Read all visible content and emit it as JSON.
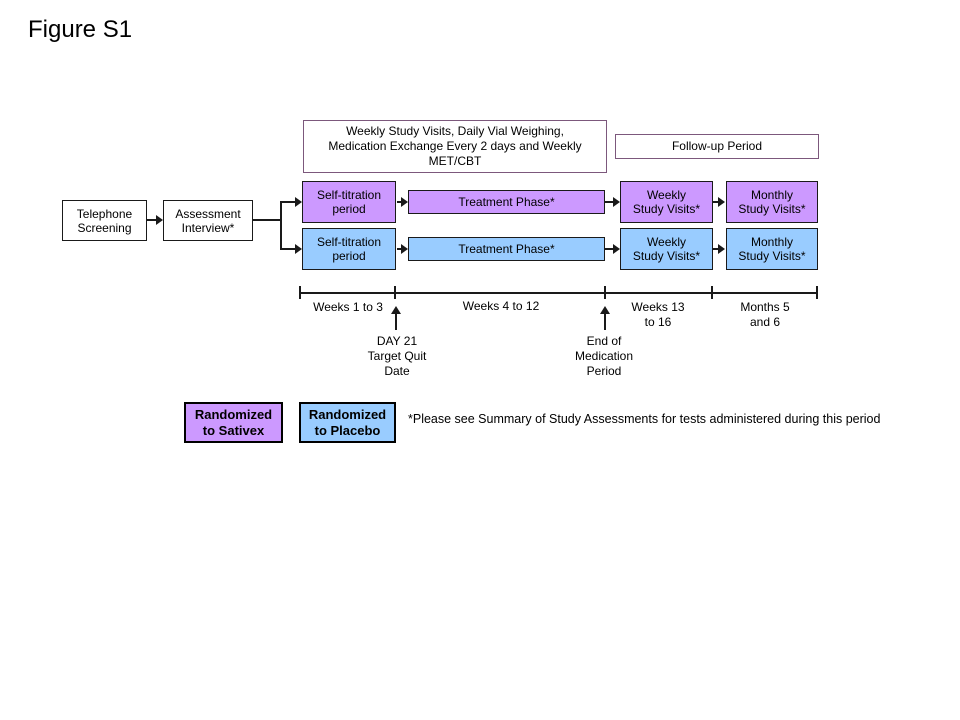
{
  "title": "Figure S1",
  "boxes": {
    "weekly_note": "Weekly Study Visits, Daily Vial Weighing,\nMedication Exchange Every 2 days and Weekly\nMET/CBT",
    "followup": "Follow-up Period",
    "telephone": "Telephone\nScreening",
    "assessment": "Assessment\nInterview*",
    "self_titration": "Self-titration\nperiod",
    "treatment": "Treatment Phase*",
    "weekly_visits": "Weekly\nStudy Visits*",
    "monthly_visits": "Monthly\nStudy Visits*"
  },
  "timeline": {
    "seg1": "Weeks 1 to 3",
    "seg2": "Weeks 4 to 12",
    "seg3": "Weeks 13\nto 16",
    "seg4": "Months 5\nand 6",
    "marker1": "DAY 21\nTarget Quit\nDate",
    "marker2": "End of\nMedication\nPeriod"
  },
  "legend": {
    "sativex": "Randomized\nto Sativex",
    "placebo": "Randomized\nto Placebo"
  },
  "footnote": "*Please see Summary of Study Assessments for tests administered during this period",
  "colors": {
    "sativex_fill": "#cc99ff",
    "placebo_fill": "#99ccff",
    "note_border": "#7c587c"
  }
}
